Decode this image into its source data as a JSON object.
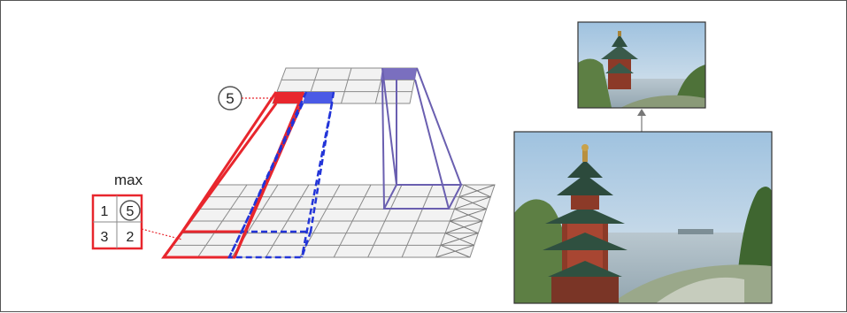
{
  "diagram": {
    "max_label": "max",
    "pool_window": {
      "values": [
        "1",
        "5",
        "3",
        "2"
      ],
      "max_value": "5"
    },
    "output_callout": "5",
    "crossed_cell_symbol": "X"
  },
  "images": {
    "input_photo": {
      "subject": "pagoda-temple-on-hillside-photo",
      "scale": "full"
    },
    "output_photo": {
      "subject": "pagoda-temple-on-hillside-photo",
      "scale": "downsampled"
    }
  },
  "colors": {
    "highlight_red": "#e8262d",
    "highlight_blue": "#2234d8",
    "highlight_purple": "#6a5fb0",
    "grid_line": "#8a8a8a",
    "grid_fill": "#f0f0f0"
  }
}
